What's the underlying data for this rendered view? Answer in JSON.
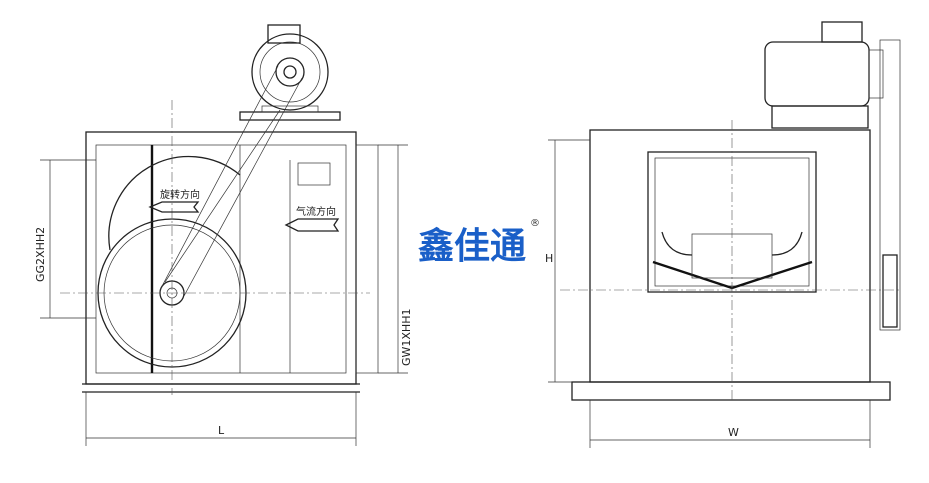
{
  "drawing": {
    "front_view": {
      "inlet_size_label": "GG2XHH2",
      "outlet_size_label": "GW1XHH1",
      "rotation_direction_label": "旋转方向",
      "airflow_direction_label": "气流方向",
      "length_label": "L"
    },
    "side_view": {
      "height_label": "H",
      "width_label": "W"
    }
  },
  "watermark": {
    "text": "鑫佳通",
    "registered_mark": "®",
    "color": "#1a5fc8"
  }
}
